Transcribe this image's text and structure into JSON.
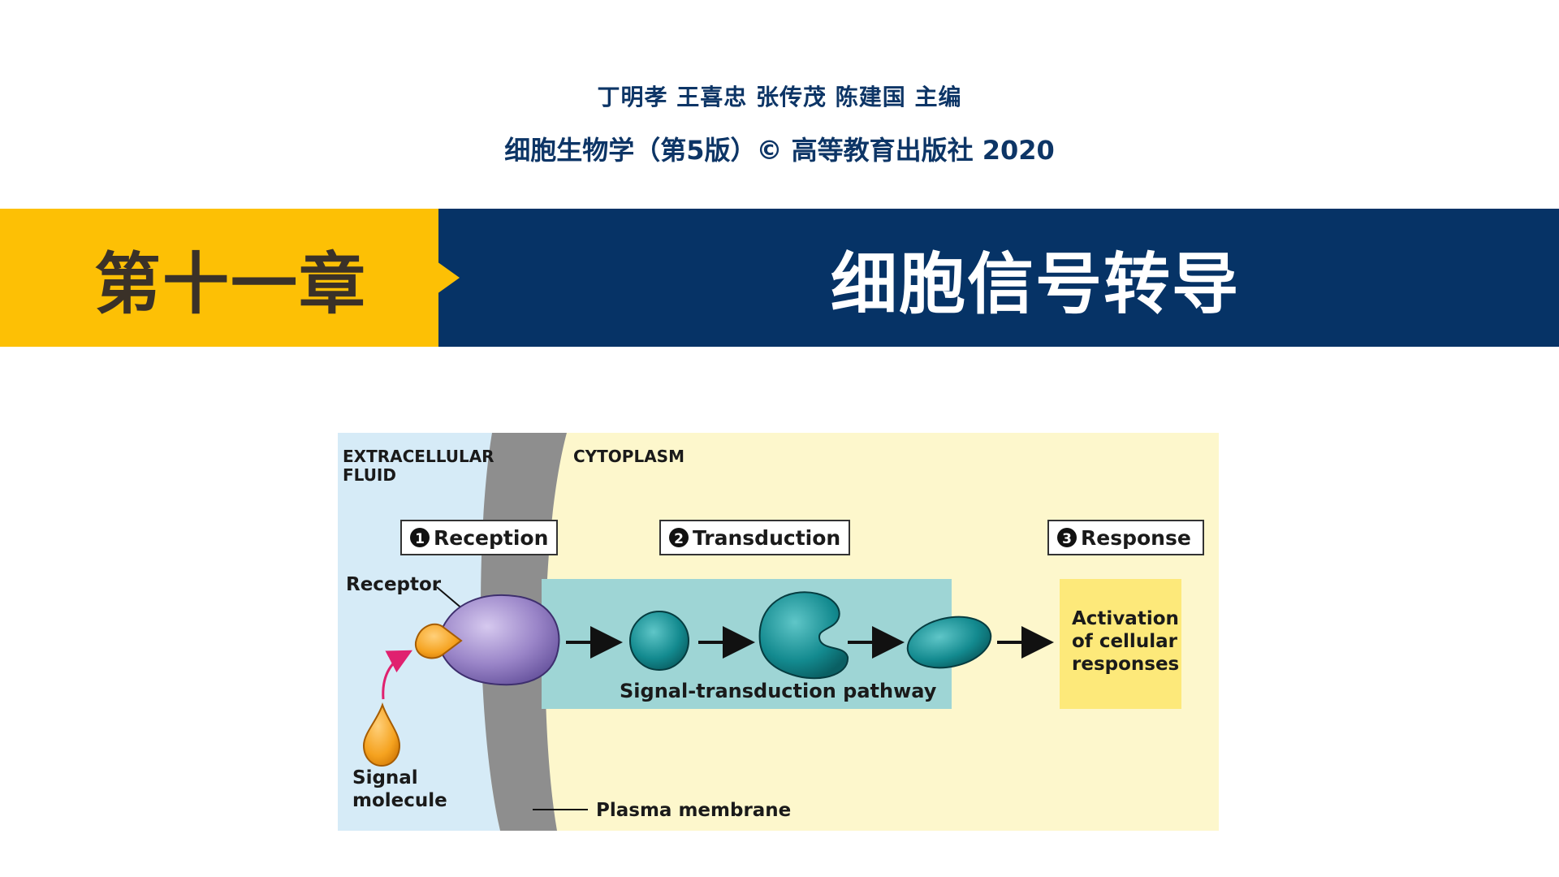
{
  "header": {
    "authors": "丁明孝  王喜忠  张传茂  陈建国  主编",
    "book": "细胞生物学（第5版）© 高等教育出版社  2020"
  },
  "chapter": {
    "number": "第十一章",
    "title": "细胞信号转导"
  },
  "figure": {
    "extracellular_line1": "EXTRACELLULAR",
    "extracellular_line2": "FLUID",
    "cytoplasm": "CYTOPLASM",
    "steps": [
      {
        "num": "1",
        "label": "Reception"
      },
      {
        "num": "2",
        "label": "Transduction"
      },
      {
        "num": "3",
        "label": "Response"
      }
    ],
    "receptor": "Receptor",
    "signal_line1": "Signal",
    "signal_line2": "molecule",
    "pathway": "Signal-transduction pathway",
    "membrane": "Plasma membrane",
    "response_line1": "Activation",
    "response_line2": "of cellular",
    "response_line3": "responses",
    "colors": {
      "extracellular_bg": "#d6ebf7",
      "cytoplasm_bg": "#fdf7cc",
      "membrane": "#8e8e8e",
      "pathway_box": "#9ed5d5",
      "response_box": "#fde97a",
      "receptor": "#9a85c8",
      "signal": "#f5a21f",
      "relay": "#138a8f"
    }
  }
}
